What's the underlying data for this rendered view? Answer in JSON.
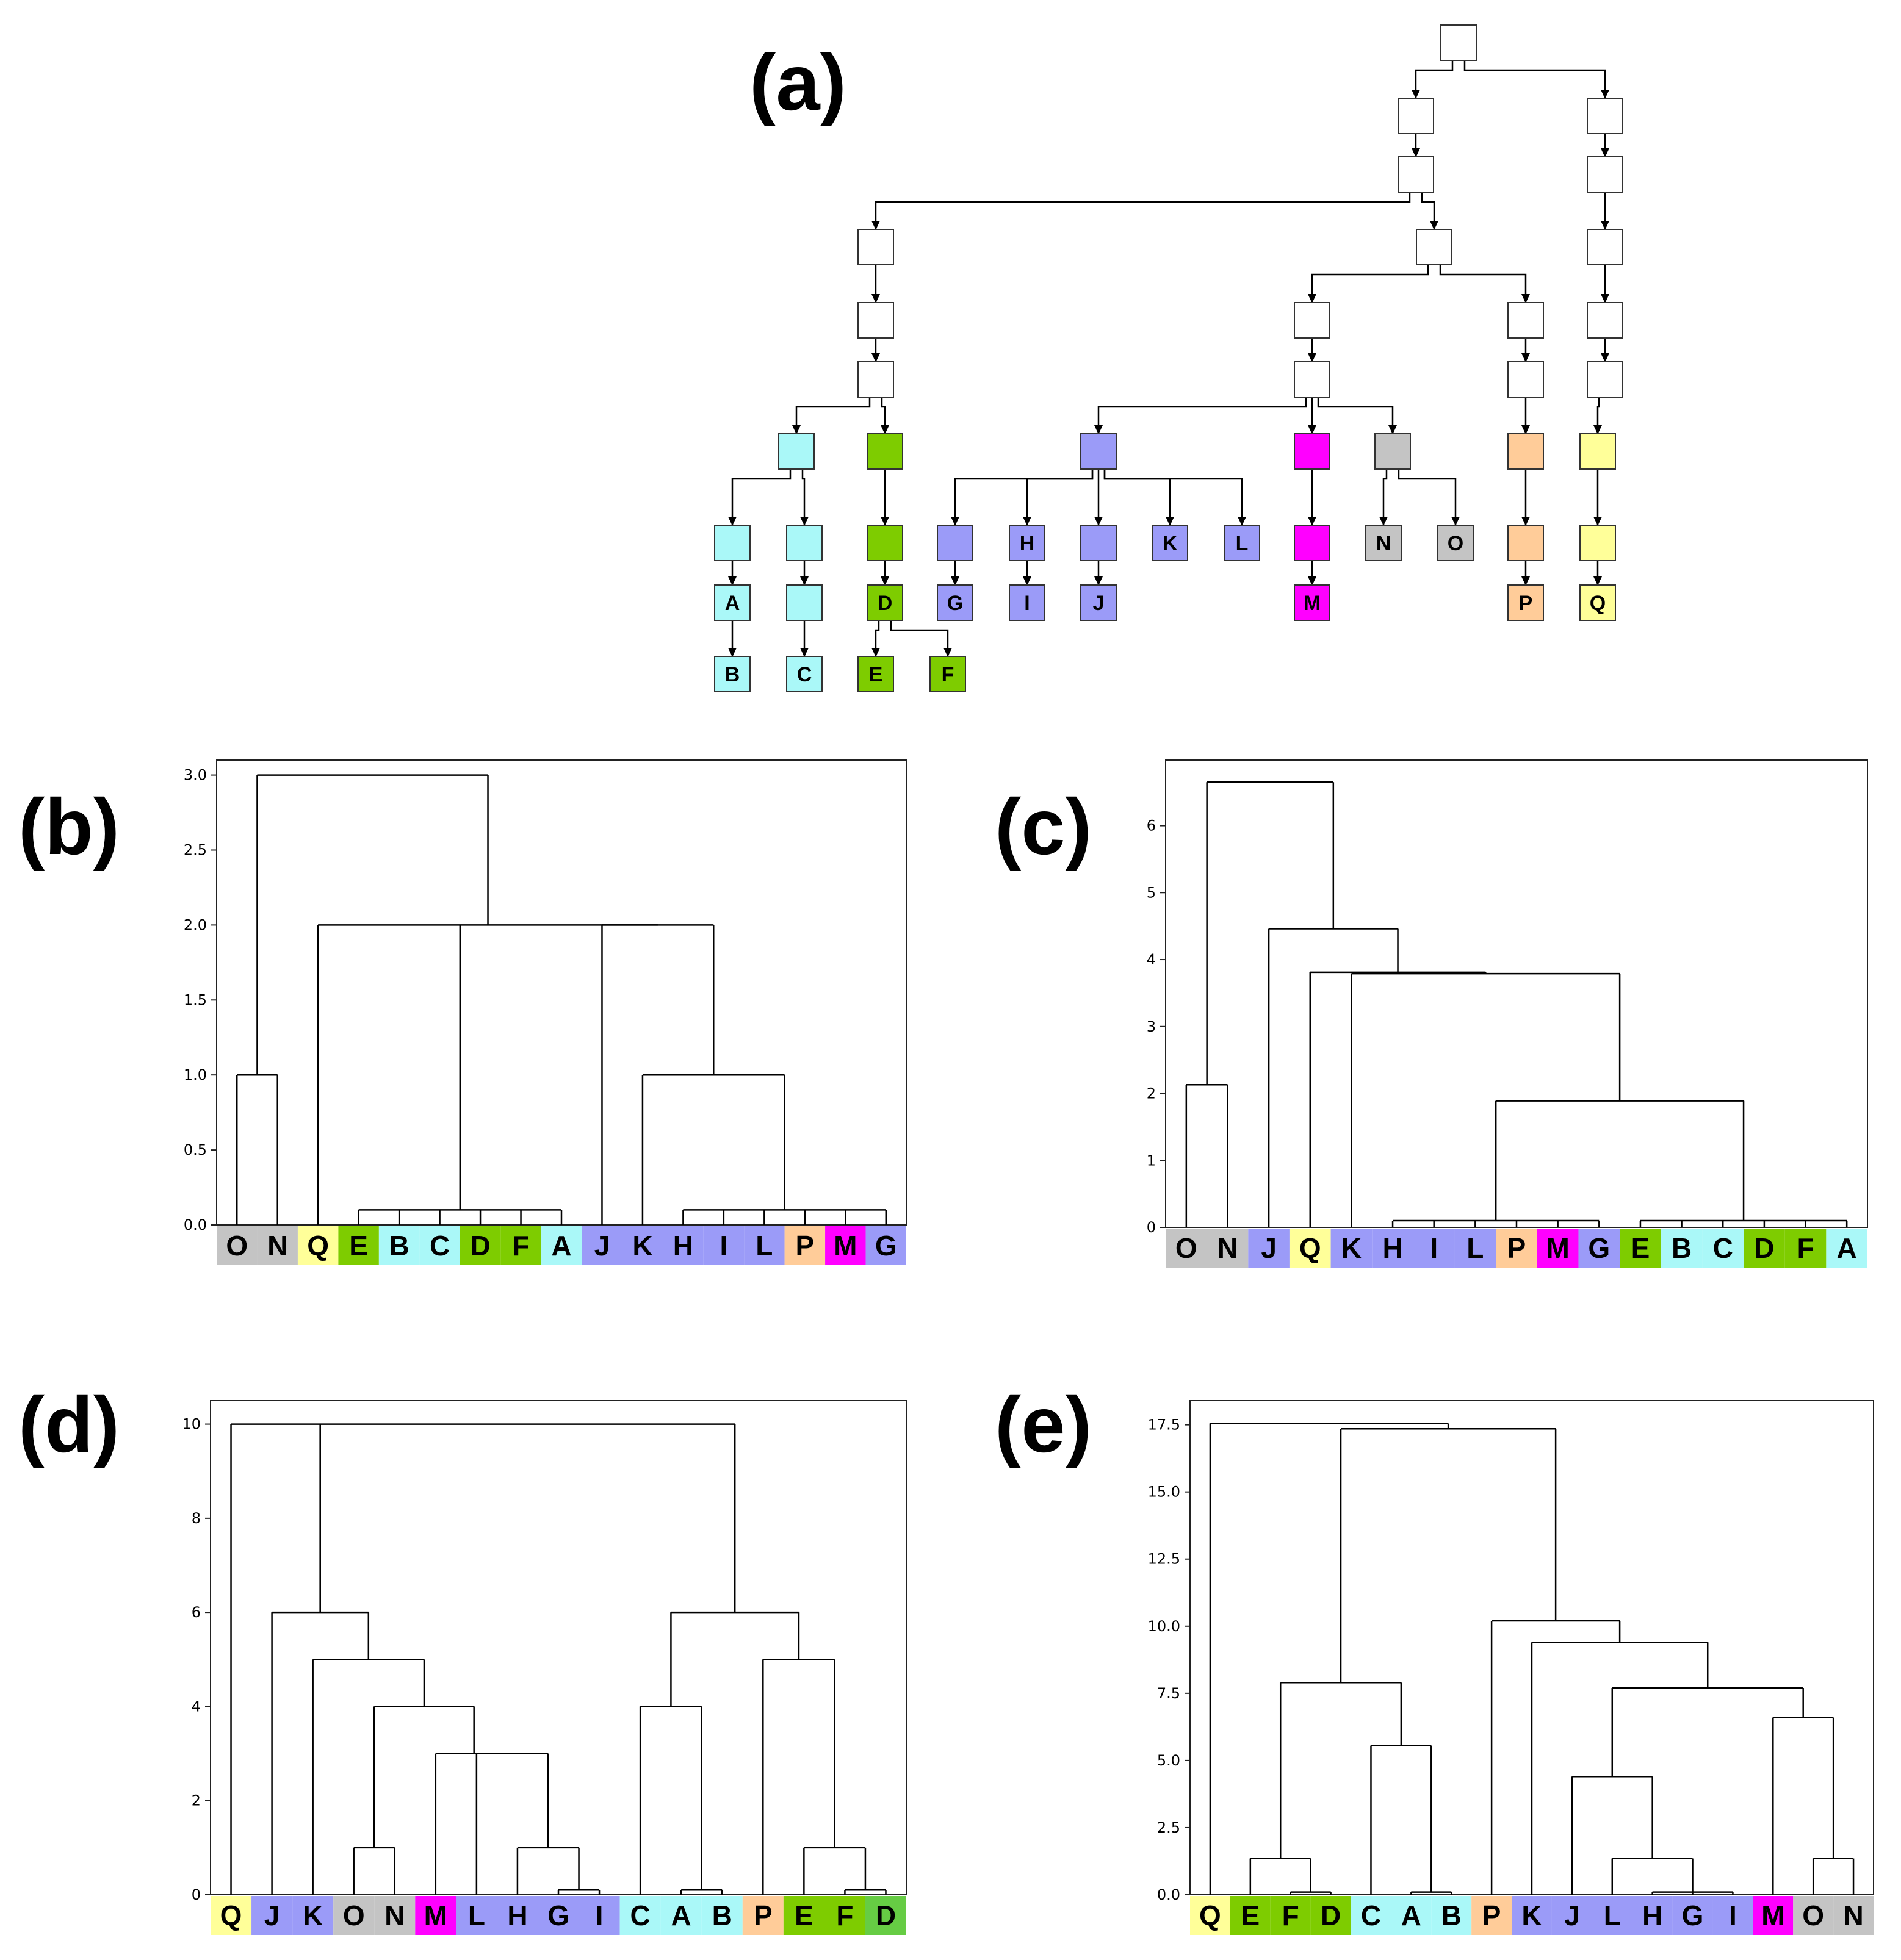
{
  "colors": {
    "cyan": "#aaf8f8",
    "green": "#7ecc00",
    "green_alt": "#66cc44",
    "blue": "#9b9bf8",
    "magenta": "#ff00ff",
    "gray": "#c4c4c4",
    "peach": "#ffcc99",
    "yellow": "#ffff99",
    "white": "#ffffff"
  },
  "panels": {
    "a": "(a)",
    "b": "(b)",
    "c": "(c)",
    "d": "(d)",
    "e": "(e)"
  },
  "tree": {
    "nodes": [
      {
        "id": "root",
        "label": "",
        "color": "white"
      },
      {
        "id": "L1",
        "label": "",
        "color": "white"
      },
      {
        "id": "L2",
        "label": "",
        "color": "white"
      },
      {
        "id": "G1",
        "label": "",
        "color": "white"
      },
      {
        "id": "G2",
        "label": "",
        "color": "white"
      },
      {
        "id": "G3",
        "label": "",
        "color": "white"
      },
      {
        "id": "cyan1",
        "label": "",
        "color": "cyan"
      },
      {
        "id": "cA0",
        "label": "",
        "color": "cyan"
      },
      {
        "id": "A",
        "label": "A",
        "color": "cyan"
      },
      {
        "id": "B",
        "label": "B",
        "color": "cyan"
      },
      {
        "id": "cC0",
        "label": "",
        "color": "cyan"
      },
      {
        "id": "cC1",
        "label": "",
        "color": "cyan"
      },
      {
        "id": "C",
        "label": "C",
        "color": "cyan"
      },
      {
        "id": "green1",
        "label": "",
        "color": "green"
      },
      {
        "id": "green2",
        "label": "",
        "color": "green"
      },
      {
        "id": "D",
        "label": "D",
        "color": "green"
      },
      {
        "id": "E",
        "label": "E",
        "color": "green"
      },
      {
        "id": "F",
        "label": "F",
        "color": "green"
      },
      {
        "id": "M1",
        "label": "",
        "color": "white"
      },
      {
        "id": "M2",
        "label": "",
        "color": "white"
      },
      {
        "id": "M3",
        "label": "",
        "color": "white"
      },
      {
        "id": "blue1",
        "label": "",
        "color": "blue"
      },
      {
        "id": "bG0",
        "label": "",
        "color": "blue"
      },
      {
        "id": "G",
        "label": "G",
        "color": "blue"
      },
      {
        "id": "H",
        "label": "H",
        "color": "blue"
      },
      {
        "id": "I",
        "label": "I",
        "color": "blue"
      },
      {
        "id": "bJ0",
        "label": "",
        "color": "blue"
      },
      {
        "id": "J",
        "label": "J",
        "color": "blue"
      },
      {
        "id": "K",
        "label": "K",
        "color": "blue"
      },
      {
        "id": "L",
        "label": "L",
        "color": "blue"
      },
      {
        "id": "mag1",
        "label": "",
        "color": "magenta"
      },
      {
        "id": "mag2",
        "label": "",
        "color": "magenta"
      },
      {
        "id": "M",
        "label": "M",
        "color": "magenta"
      },
      {
        "id": "gray1",
        "label": "",
        "color": "gray"
      },
      {
        "id": "N",
        "label": "N",
        "color": "gray"
      },
      {
        "id": "O",
        "label": "O",
        "color": "gray"
      },
      {
        "id": "P1",
        "label": "",
        "color": "white"
      },
      {
        "id": "P2",
        "label": "",
        "color": "white"
      },
      {
        "id": "peach1",
        "label": "",
        "color": "peach"
      },
      {
        "id": "peach2",
        "label": "",
        "color": "peach"
      },
      {
        "id": "P",
        "label": "P",
        "color": "peach"
      },
      {
        "id": "R1",
        "label": "",
        "color": "white"
      },
      {
        "id": "R2",
        "label": "",
        "color": "white"
      },
      {
        "id": "R3",
        "label": "",
        "color": "white"
      },
      {
        "id": "R4",
        "label": "",
        "color": "white"
      },
      {
        "id": "R5",
        "label": "",
        "color": "white"
      },
      {
        "id": "yellow1",
        "label": "",
        "color": "yellow"
      },
      {
        "id": "yellow2",
        "label": "",
        "color": "yellow"
      },
      {
        "id": "Q",
        "label": "Q",
        "color": "yellow"
      }
    ],
    "edges": [
      [
        "root",
        "L1"
      ],
      [
        "root",
        "R1"
      ],
      [
        "L1",
        "L2"
      ],
      [
        "L2",
        "G1"
      ],
      [
        "L2",
        "M1"
      ],
      [
        "G1",
        "G2"
      ],
      [
        "G2",
        "G3"
      ],
      [
        "G3",
        "cyan1"
      ],
      [
        "G3",
        "green1"
      ],
      [
        "cyan1",
        "cA0"
      ],
      [
        "cyan1",
        "cC0"
      ],
      [
        "cA0",
        "A"
      ],
      [
        "A",
        "B"
      ],
      [
        "cC0",
        "cC1"
      ],
      [
        "cC1",
        "C"
      ],
      [
        "green1",
        "green2"
      ],
      [
        "green2",
        "D"
      ],
      [
        "D",
        "E"
      ],
      [
        "D",
        "F"
      ],
      [
        "M1",
        "M2"
      ],
      [
        "M1",
        "P1"
      ],
      [
        "M2",
        "M3"
      ],
      [
        "M3",
        "blue1"
      ],
      [
        "M3",
        "mag1"
      ],
      [
        "M3",
        "gray1"
      ],
      [
        "blue1",
        "bG0"
      ],
      [
        "blue1",
        "H"
      ],
      [
        "blue1",
        "bJ0"
      ],
      [
        "blue1",
        "K"
      ],
      [
        "blue1",
        "L"
      ],
      [
        "bG0",
        "G"
      ],
      [
        "H",
        "I"
      ],
      [
        "bJ0",
        "J"
      ],
      [
        "mag1",
        "mag2"
      ],
      [
        "mag2",
        "M"
      ],
      [
        "gray1",
        "N"
      ],
      [
        "gray1",
        "O"
      ],
      [
        "P1",
        "P2"
      ],
      [
        "P2",
        "peach1"
      ],
      [
        "peach1",
        "peach2"
      ],
      [
        "peach2",
        "P"
      ],
      [
        "R1",
        "R2"
      ],
      [
        "R2",
        "R3"
      ],
      [
        "R3",
        "R4"
      ],
      [
        "R4",
        "R5"
      ],
      [
        "R5",
        "yellow1"
      ],
      [
        "yellow1",
        "yellow2"
      ],
      [
        "yellow2",
        "Q"
      ]
    ]
  },
  "chart_data": [
    {
      "panel": "b",
      "type": "dendrogram",
      "ylim": [
        0,
        3.1
      ],
      "yticks": [
        0.0,
        0.5,
        1.0,
        1.5,
        2.0,
        2.5,
        3.0
      ],
      "ytick_labels": [
        "0.0",
        "0.5",
        "1.0",
        "1.5",
        "2.0",
        "2.5",
        "3.0"
      ],
      "leaves": [
        "O",
        "N",
        "Q",
        "E",
        "B",
        "C",
        "D",
        "F",
        "A",
        "J",
        "K",
        "H",
        "I",
        "L",
        "P",
        "M",
        "G"
      ],
      "leaf_colors": [
        "gray",
        "gray",
        "yellow",
        "green",
        "cyan",
        "cyan",
        "green",
        "green",
        "cyan",
        "blue",
        "blue",
        "blue",
        "blue",
        "blue",
        "peach",
        "magenta",
        "blue"
      ],
      "links": [
        {
          "x": [
            0,
            1
          ],
          "h": 1.0
        },
        {
          "x": [
            3,
            4,
            5,
            6,
            7,
            8
          ],
          "h": 0.1
        },
        {
          "x": [
            11,
            12,
            13,
            14,
            15,
            16
          ],
          "h": 0.1
        },
        {
          "x": [
            10,
            "c2"
          ],
          "h": 1.0
        },
        {
          "x": [
            9,
            "c3"
          ],
          "h": 2.0
        },
        {
          "x": [
            2,
            "c1",
            "c4"
          ],
          "h": 2.0
        },
        {
          "x": [
            "c0",
            "c5"
          ],
          "h": 3.0
        }
      ]
    },
    {
      "panel": "c",
      "type": "dendrogram",
      "ylim": [
        0,
        6.98
      ],
      "yticks": [
        0,
        1,
        2,
        3,
        4,
        5,
        6
      ],
      "ytick_labels": [
        "0",
        "1",
        "2",
        "3",
        "4",
        "5",
        "6"
      ],
      "leaves": [
        "O",
        "N",
        "J",
        "Q",
        "K",
        "H",
        "I",
        "L",
        "P",
        "M",
        "G",
        "E",
        "B",
        "C",
        "D",
        "F",
        "A"
      ],
      "leaf_colors": [
        "gray",
        "gray",
        "blue",
        "yellow",
        "blue",
        "blue",
        "blue",
        "blue",
        "peach",
        "magenta",
        "blue",
        "green",
        "cyan",
        "cyan",
        "green",
        "green",
        "cyan"
      ],
      "links": [
        {
          "x": [
            0,
            1
          ],
          "h": 2.13
        },
        {
          "x": [
            5,
            6,
            7,
            8,
            9,
            10
          ],
          "h": 0.1
        },
        {
          "x": [
            11,
            12,
            13,
            14,
            15,
            16
          ],
          "h": 0.1
        },
        {
          "x": [
            "c1",
            "c2"
          ],
          "h": 1.89
        },
        {
          "x": [
            4,
            "c3"
          ],
          "h": 3.79
        },
        {
          "x": [
            3,
            "c4"
          ],
          "h": 3.81
        },
        {
          "x": [
            2,
            "c5"
          ],
          "h": 4.46
        },
        {
          "x": [
            "c0",
            "c6"
          ],
          "h": 6.65
        }
      ]
    },
    {
      "panel": "d",
      "type": "dendrogram",
      "ylim": [
        0,
        10.5
      ],
      "yticks": [
        0,
        2,
        4,
        6,
        8,
        10
      ],
      "ytick_labels": [
        "0",
        "2",
        "4",
        "6",
        "8",
        "10"
      ],
      "leaves": [
        "Q",
        "J",
        "K",
        "O",
        "N",
        "M",
        "L",
        "H",
        "G",
        "I",
        "C",
        "A",
        "B",
        "P",
        "E",
        "F",
        "D"
      ],
      "leaf_colors": [
        "yellow",
        "blue",
        "blue",
        "gray",
        "gray",
        "magenta",
        "blue",
        "blue",
        "blue",
        "blue",
        "cyan",
        "cyan",
        "cyan",
        "peach",
        "green",
        "green",
        "green_alt"
      ],
      "links": [
        {
          "x": [
            3,
            4
          ],
          "h": 1.0
        },
        {
          "x": [
            8,
            9
          ],
          "h": 0.1
        },
        {
          "x": [
            7,
            "c1"
          ],
          "h": 1.0
        },
        {
          "x": [
            6,
            "c2"
          ],
          "h": 3.0
        },
        {
          "x": [
            5,
            "c3"
          ],
          "h": 3.0
        },
        {
          "x": [
            "c0",
            "c4"
          ],
          "h": 4.0
        },
        {
          "x": [
            2,
            "c5"
          ],
          "h": 5.0
        },
        {
          "x": [
            1,
            "c6"
          ],
          "h": 6.0
        },
        {
          "x": [
            11,
            12
          ],
          "h": 0.1
        },
        {
          "x": [
            10,
            "c8"
          ],
          "h": 4.0
        },
        {
          "x": [
            15,
            16
          ],
          "h": 0.1
        },
        {
          "x": [
            14,
            "c10"
          ],
          "h": 1.0
        },
        {
          "x": [
            13,
            "c11"
          ],
          "h": 5.0
        },
        {
          "x": [
            "c9",
            "c12"
          ],
          "h": 6.0
        },
        {
          "x": [
            0,
            "c7"
          ],
          "h": 10.0
        },
        {
          "x": [
            "c7",
            "c13"
          ],
          "h": 10.0
        }
      ]
    },
    {
      "panel": "e",
      "type": "dendrogram",
      "ylim": [
        0,
        18.4
      ],
      "yticks": [
        0,
        2.5,
        5,
        7.5,
        10,
        12.5,
        15,
        17.5
      ],
      "ytick_labels": [
        "0.0",
        "2.5",
        "5.0",
        "7.5",
        "10.0",
        "12.5",
        "15.0",
        "17.5"
      ],
      "leaves": [
        "Q",
        "E",
        "F",
        "D",
        "C",
        "A",
        "B",
        "P",
        "K",
        "J",
        "L",
        "H",
        "G",
        "I",
        "M",
        "O",
        "N"
      ],
      "leaf_colors": [
        "yellow",
        "green",
        "green",
        "green",
        "cyan",
        "cyan",
        "cyan",
        "peach",
        "blue",
        "blue",
        "blue",
        "blue",
        "blue",
        "blue",
        "magenta",
        "gray",
        "gray"
      ],
      "links": [
        {
          "x": [
            2,
            3
          ],
          "h": 0.1
        },
        {
          "x": [
            1,
            "c0"
          ],
          "h": 1.35
        },
        {
          "x": [
            5,
            6
          ],
          "h": 0.1
        },
        {
          "x": [
            4,
            "c2"
          ],
          "h": 5.55
        },
        {
          "x": [
            "c1",
            "c3"
          ],
          "h": 7.9
        },
        {
          "x": [
            11,
            12,
            13
          ],
          "h": 0.1
        },
        {
          "x": [
            10,
            "c5"
          ],
          "h": 1.35
        },
        {
          "x": [
            9,
            "c6"
          ],
          "h": 4.4
        },
        {
          "x": [
            15,
            16
          ],
          "h": 1.35
        },
        {
          "x": [
            14,
            "c8"
          ],
          "h": 6.6
        },
        {
          "x": [
            "c7",
            "c9"
          ],
          "h": 7.7
        },
        {
          "x": [
            8,
            "c10"
          ],
          "h": 9.4
        },
        {
          "x": [
            7,
            "c11"
          ],
          "h": 10.2
        },
        {
          "x": [
            "c4",
            "c12"
          ],
          "h": 17.35
        },
        {
          "x": [
            0,
            "c13"
          ],
          "h": 17.55
        }
      ]
    }
  ]
}
